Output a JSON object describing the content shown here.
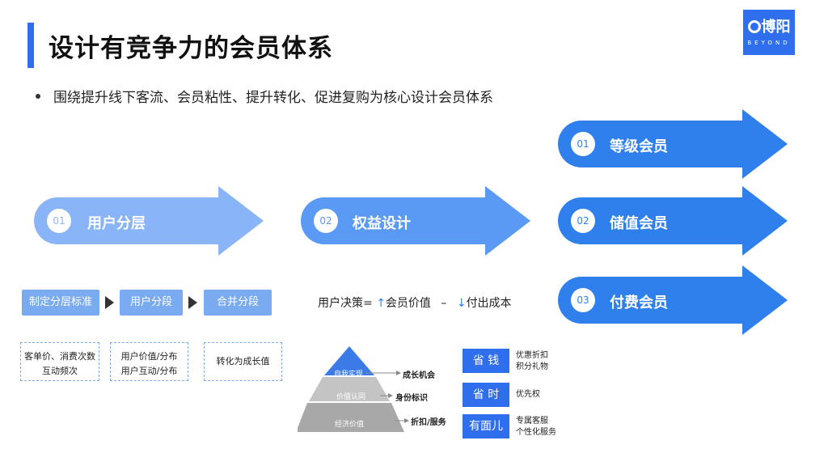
{
  "title": "设计有竞争力的会员体系",
  "logo": {
    "mark": "博阳",
    "sub": "BEYOND"
  },
  "bullet": "围绕提升线下客流、会员粘性、提升转化、促进复购为核心设计会员体系",
  "colors": {
    "accent": "#2f6fee",
    "light": "#8ab4f8",
    "mid": "#5a9af5",
    "dark": "#2f80ed"
  },
  "stages": [
    {
      "num": "01",
      "label": "用户分层"
    },
    {
      "num": "02",
      "label": "权益设计"
    }
  ],
  "members": [
    {
      "num": "01",
      "label": "等级会员"
    },
    {
      "num": "02",
      "label": "储值会员"
    },
    {
      "num": "03",
      "label": "付费会员"
    }
  ],
  "steps": [
    "制定分层标准",
    "用户分段",
    "合并分段"
  ],
  "step_details": [
    {
      "line1": "客单价、消费次数",
      "line2": "互动频次"
    },
    {
      "line1": "用户价值/分布",
      "line2": "用户互动/分布"
    },
    {
      "line1": "转化为成长值",
      "line2": ""
    }
  ],
  "formula": {
    "prefix": "用户决策=",
    "up_icon": "↑",
    "plus": "会员价值",
    "minus": "–",
    "down_icon": "↓",
    "cost": "付出成本"
  },
  "pyramid": [
    {
      "level": "自我实现",
      "side": "成长机会"
    },
    {
      "level": "价值认同",
      "side": "身份标识"
    },
    {
      "level": "经济价值",
      "side": "折扣/服务"
    }
  ],
  "benefits": [
    {
      "name": "省 钱",
      "desc1": "优惠折扣",
      "desc2": "积分礼物"
    },
    {
      "name": "省 时",
      "desc1": "优先权",
      "desc2": ""
    },
    {
      "name": "有面儿",
      "desc1": "专属客服",
      "desc2": "个性化服务"
    }
  ]
}
